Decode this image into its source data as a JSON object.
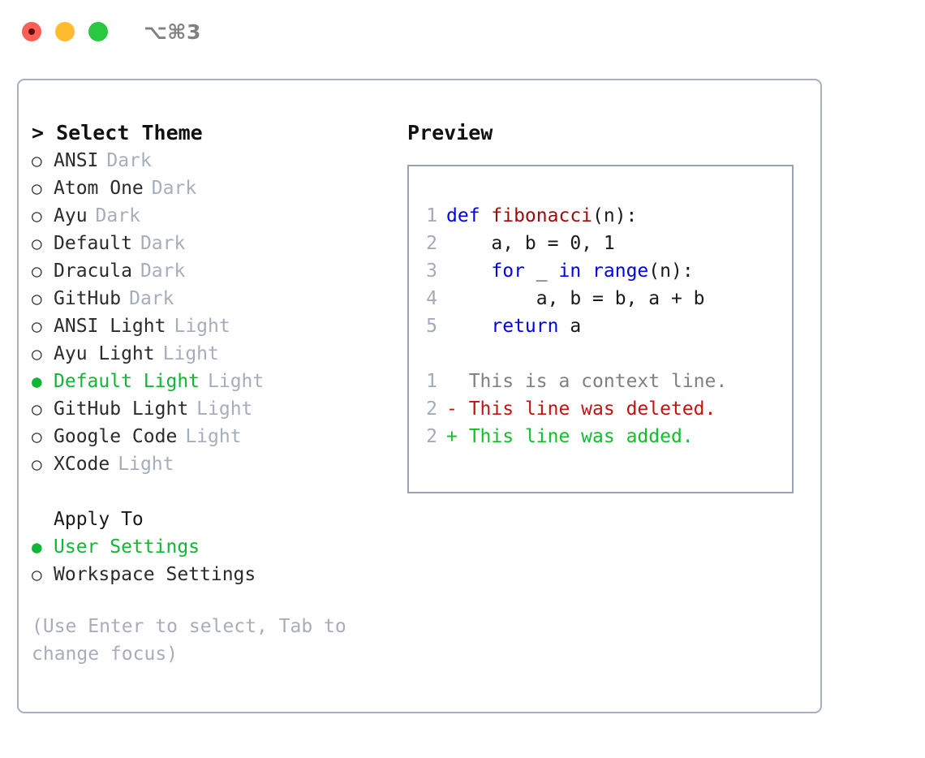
{
  "titlebar": {
    "shortcut": "⌥⌘3",
    "lights": [
      {
        "name": "close",
        "color": "#ff5f57"
      },
      {
        "name": "minimize",
        "color": "#febc2e"
      },
      {
        "name": "maximize",
        "color": "#28c840"
      }
    ]
  },
  "theme_picker": {
    "heading": "> Select Theme",
    "selected_bullet": "●",
    "unselected_bullet": "○",
    "items": [
      {
        "label": "ANSI",
        "tag": "Dark",
        "selected": false
      },
      {
        "label": "Atom One",
        "tag": "Dark",
        "selected": false
      },
      {
        "label": "Ayu",
        "tag": "Dark",
        "selected": false
      },
      {
        "label": "Default",
        "tag": "Dark",
        "selected": false
      },
      {
        "label": "Dracula",
        "tag": "Dark",
        "selected": false
      },
      {
        "label": "GitHub",
        "tag": "Dark",
        "selected": false
      },
      {
        "label": "ANSI Light",
        "tag": "Light",
        "selected": false
      },
      {
        "label": "Ayu Light",
        "tag": "Light",
        "selected": false
      },
      {
        "label": "Default Light",
        "tag": "Light",
        "selected": true
      },
      {
        "label": "GitHub Light",
        "tag": "Light",
        "selected": false
      },
      {
        "label": "Google Code",
        "tag": "Light",
        "selected": false
      },
      {
        "label": "XCode",
        "tag": "Light",
        "selected": false
      }
    ]
  },
  "apply_to": {
    "heading": "Apply To",
    "items": [
      {
        "label": "User Settings",
        "selected": true
      },
      {
        "label": "Workspace Settings",
        "selected": false
      }
    ]
  },
  "hint": "(Use Enter to select, Tab to change focus)",
  "preview": {
    "heading": "Preview",
    "code_lines": [
      {
        "number": "1",
        "tokens": [
          {
            "text": "def ",
            "kind": "kw"
          },
          {
            "text": "fibonacci",
            "kind": "fn"
          },
          {
            "text": "(n):",
            "kind": "pn"
          }
        ]
      },
      {
        "number": "2",
        "tokens": [
          {
            "text": "    a, b = 0, 1",
            "kind": "pn"
          }
        ]
      },
      {
        "number": "3",
        "tokens": [
          {
            "text": "    ",
            "kind": "pn"
          },
          {
            "text": "for",
            "kind": "kw"
          },
          {
            "text": " _ ",
            "kind": "pn"
          },
          {
            "text": "in",
            "kind": "kw"
          },
          {
            "text": " ",
            "kind": "pn"
          },
          {
            "text": "range",
            "kind": "kw"
          },
          {
            "text": "(n):",
            "kind": "pn"
          }
        ]
      },
      {
        "number": "4",
        "tokens": [
          {
            "text": "        a, b = b, a + b",
            "kind": "pn"
          }
        ]
      },
      {
        "number": "5",
        "tokens": [
          {
            "text": "    ",
            "kind": "pn"
          },
          {
            "text": "return",
            "kind": "kw"
          },
          {
            "text": " a",
            "kind": "pn"
          }
        ]
      }
    ],
    "diff_lines": [
      {
        "number": "1",
        "marker": "  ",
        "text": "This is a context line.",
        "kind": "ctx"
      },
      {
        "number": "2",
        "marker": "- ",
        "text": "This line was deleted.",
        "kind": "del"
      },
      {
        "number": "2",
        "marker": "+ ",
        "text": "This line was added.",
        "kind": "add"
      }
    ]
  },
  "colors": {
    "accent_green": "#11b634",
    "muted": "#a6adbb",
    "keyword_blue": "#0000ee",
    "function_red": "#9c0b0b",
    "diff_deleted": "#c41212",
    "diff_added": "#11bf2a",
    "border": "#a6b0bf"
  }
}
